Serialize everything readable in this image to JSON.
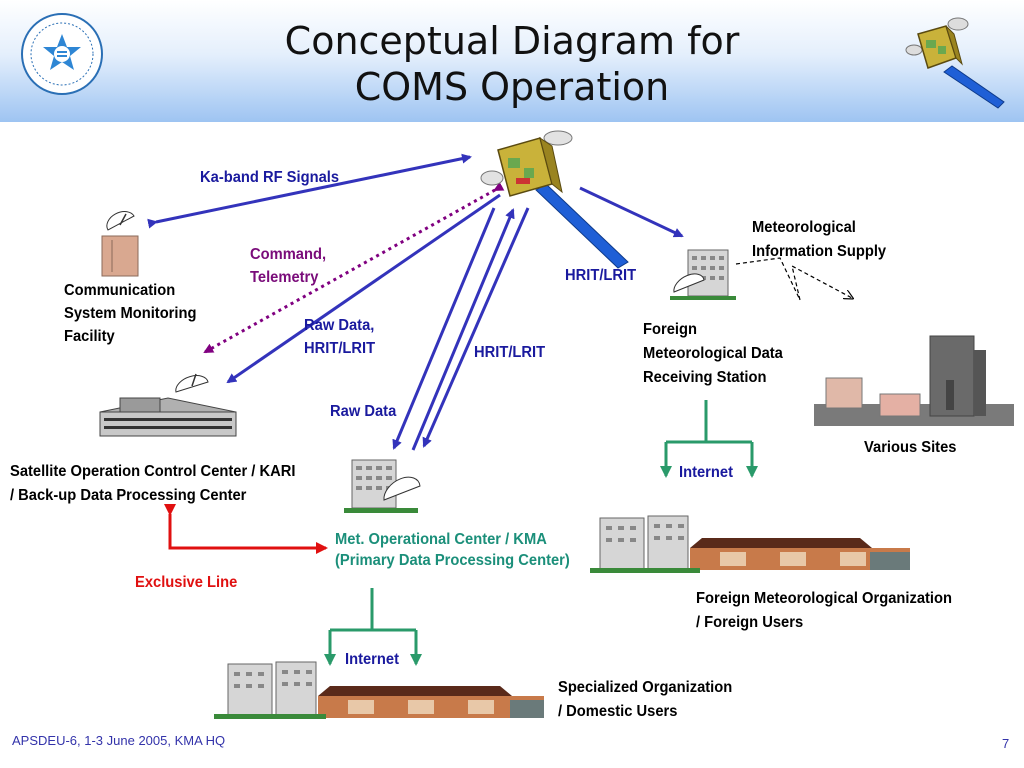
{
  "slide": {
    "title_line1": "Conceptual Diagram for",
    "title_line2": "COMS Operation",
    "footer": "APSDEU-6, 1-3 June 2005, KMA HQ",
    "page_number": "7"
  },
  "labels": {
    "ka_band": "Ka-band RF Signals",
    "command_1": "Command,",
    "command_2": "Telemetry",
    "raw_hrit_1": "Raw Data,",
    "raw_hrit_2": "HRIT/LRIT",
    "hrit_lrit_center": "HRIT/LRIT",
    "hrit_lrit_right": "HRIT/LRIT",
    "raw_data": "Raw Data",
    "internet_right": "Internet",
    "internet_bottom": "Internet",
    "exclusive_line": "Exclusive Line"
  },
  "nodes": {
    "csmf": [
      "Communication",
      "System Monitoring",
      "Facility"
    ],
    "socc": [
      "Satellite Operation Control Center / KARI",
      "/ Back-up Data Processing Center"
    ],
    "moc": [
      "Met. Operational Center / KMA",
      "(Primary Data Processing Center)"
    ],
    "foreign_station": [
      "Foreign",
      "Meteorological Data",
      "Receiving Station"
    ],
    "met_info": [
      "Meteorological",
      "Information Supply"
    ],
    "various_sites": "Various Sites",
    "foreign_org": [
      "Foreign Meteorological Organization",
      "/ Foreign Users"
    ],
    "specialized_org": [
      "Specialized Organization",
      "/ Domestic Users"
    ]
  },
  "colors": {
    "signal_arrow": "#3333bb",
    "command_arrow": "#800080",
    "internet_arrow": "#2a9a6a",
    "exclusive_line": "#e01010",
    "label_navy": "#1a1a9e",
    "label_teal": "#1b8f7a"
  },
  "icons": [
    "emblem-logo",
    "satellite-icon",
    "antenna-building-icon",
    "city-skyline-icon"
  ]
}
